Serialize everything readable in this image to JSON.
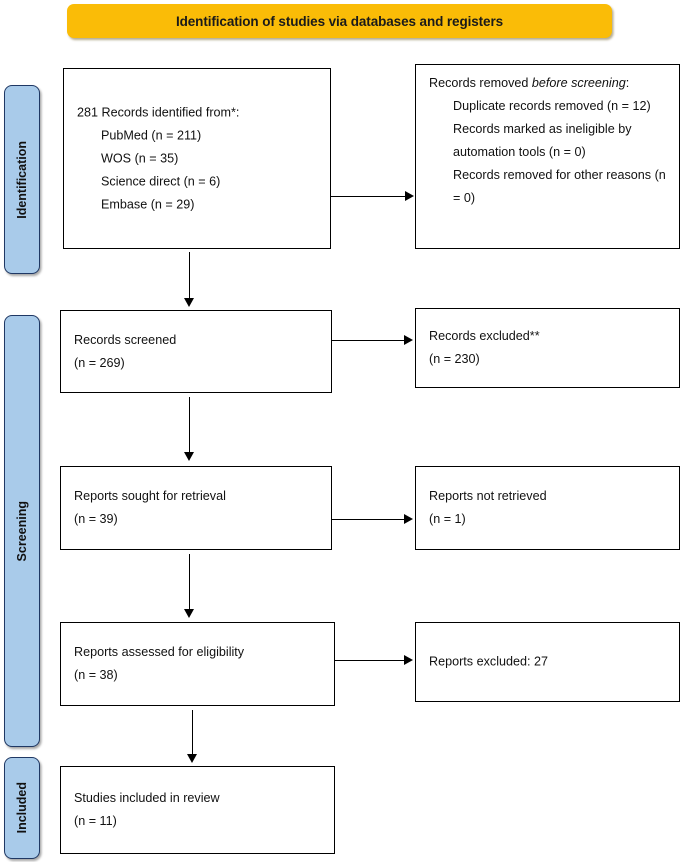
{
  "banner": {
    "title": "Identification of studies via databases and registers",
    "color": "#FABC07"
  },
  "stages": {
    "identification": "Identification",
    "screening": "Screening",
    "included": "Included",
    "color": "#A9CBEA",
    "border_color": "#1F3864"
  },
  "boxes": {
    "identified": {
      "heading": "281 Records identified from*:",
      "sources": [
        "PubMed (n = 211)",
        "WOS (n = 35)",
        "Science direct (n = 6)",
        "Embase (n = 29)"
      ]
    },
    "removed": {
      "heading_lead": "Records removed ",
      "heading_italic": "before screening",
      "heading_tail": ":",
      "items": [
        "Duplicate records removed (n = 12)",
        "Records marked as ineligible by automation tools (n = 0)",
        "Records removed for other reasons (n = 0)"
      ]
    },
    "screened": {
      "label": "Records screened",
      "count": "(n = 269)"
    },
    "excluded": {
      "label": "Records excluded**",
      "count": "(n = 230)"
    },
    "sought": {
      "label": "Reports sought for retrieval",
      "count": "(n = 39)"
    },
    "not_retrieved": {
      "label": "Reports not retrieved",
      "count": "(n = 1)"
    },
    "assessed": {
      "label": "Reports assessed for eligibility",
      "count": "(n = 38)"
    },
    "reports_excluded": {
      "label": "Reports excluded: 27"
    },
    "included": {
      "label": "Studies included in review",
      "count": "(n = 11)"
    }
  }
}
